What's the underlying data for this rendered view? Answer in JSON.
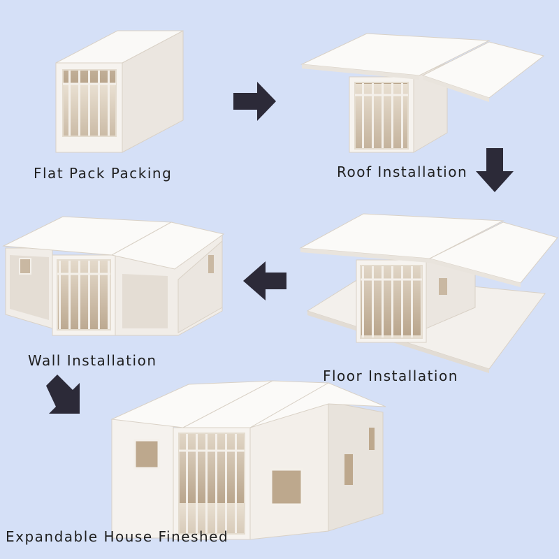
{
  "steps": [
    {
      "id": "flat-pack",
      "label": "Flat Pack Packing"
    },
    {
      "id": "roof",
      "label": "Roof Installation"
    },
    {
      "id": "wall",
      "label": "Wall Installation"
    },
    {
      "id": "floor",
      "label": "Floor Installation"
    },
    {
      "id": "finished",
      "label": "Expandable House Fineshed"
    }
  ],
  "colors": {
    "background": "#d5e0f7",
    "panel": "#f7f5f2",
    "panel_shade": "#e7e2dc",
    "frame": "#d8cfc4",
    "interior": "#bfae98",
    "arrow": "#2c2a38"
  },
  "arrows": [
    "right",
    "down",
    "left",
    "down"
  ]
}
